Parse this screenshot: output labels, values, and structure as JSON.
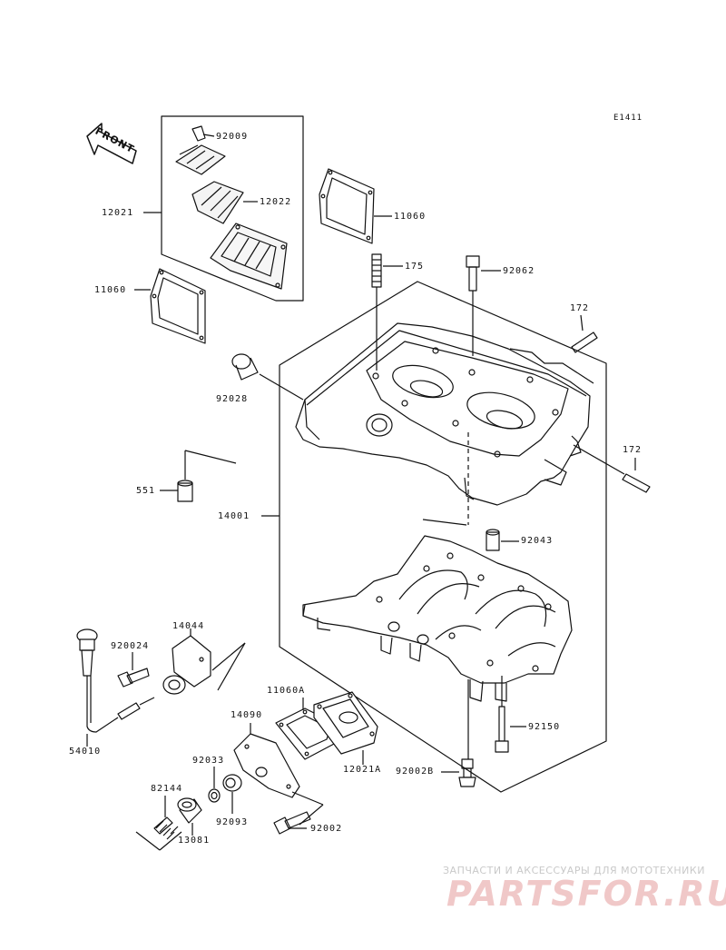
{
  "diagram_code": "E1411",
  "front_label": "FRONT",
  "parts": [
    {
      "id": "p92009",
      "label": "92009"
    },
    {
      "id": "p12022",
      "label": "12022"
    },
    {
      "id": "p12021",
      "label": "12021"
    },
    {
      "id": "p11060a",
      "label": "11060"
    },
    {
      "id": "p11060b",
      "label": "11060"
    },
    {
      "id": "p175",
      "label": "175"
    },
    {
      "id": "p92062",
      "label": "92062"
    },
    {
      "id": "p172a",
      "label": "172"
    },
    {
      "id": "p172b",
      "label": "172"
    },
    {
      "id": "p92028",
      "label": "92028"
    },
    {
      "id": "p551",
      "label": "551"
    },
    {
      "id": "p14001",
      "label": "14001"
    },
    {
      "id": "p92043",
      "label": "92043"
    },
    {
      "id": "p14044",
      "label": "14044"
    },
    {
      "id": "p920024",
      "label": "920024"
    },
    {
      "id": "p54010",
      "label": "54010"
    },
    {
      "id": "p11060A",
      "label": "11060A"
    },
    {
      "id": "p14090",
      "label": "14090"
    },
    {
      "id": "p12021A",
      "label": "12021A"
    },
    {
      "id": "p92150",
      "label": "92150"
    },
    {
      "id": "p92002B",
      "label": "92002B"
    },
    {
      "id": "p92033",
      "label": "92033"
    },
    {
      "id": "p92093",
      "label": "92093"
    },
    {
      "id": "p82144",
      "label": "82144"
    },
    {
      "id": "p13081",
      "label": "13081"
    },
    {
      "id": "p92002",
      "label": "92002"
    }
  ],
  "watermark": {
    "tagline": "ЗАПЧАСТИ И АКСЕССУАРЫ ДЛЯ МОТОТЕХНИКИ",
    "brand": "PARTSFOR.RU"
  }
}
